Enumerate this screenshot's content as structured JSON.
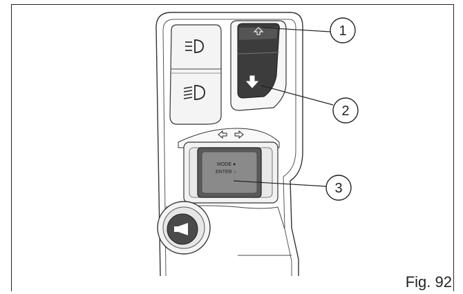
{
  "figure": {
    "caption": "Fig. 92"
  },
  "callouts": [
    {
      "number": "1"
    },
    {
      "number": "2"
    },
    {
      "number": "3"
    }
  ],
  "switch": {
    "mode_label": "MODE ●",
    "enter_label": "ENTER ○"
  },
  "icons": {
    "low_beam": "low-beam-icon",
    "high_beam": "high-beam-icon",
    "up_arrow": "up-arrow-icon",
    "down_arrow": "down-arrow-icon",
    "left_right_arrows": "left-right-arrows-icon",
    "horn": "horn-icon"
  }
}
